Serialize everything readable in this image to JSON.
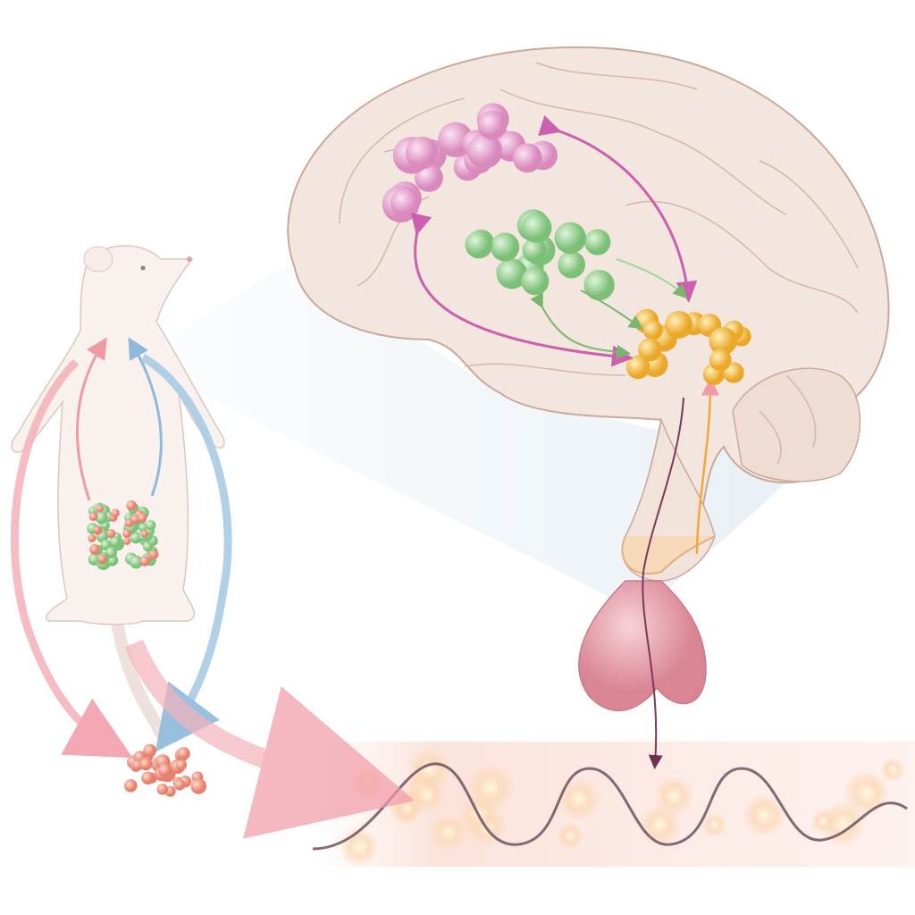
{
  "colors": {
    "background": "#ffffff",
    "brain_fill": "#f3e6df",
    "brain_stroke": "#c9a99a",
    "mouse_fill": "#f8f1ee",
    "mouse_stroke": "#dcc7bf",
    "pink_cluster": "#e6a3cf",
    "green_cluster": "#9fd69a",
    "orange_cluster": "#f5c24e",
    "pink_arrow": "#cc5fae",
    "green_arrow": "#79b56e",
    "blue_arrow": "#8fb9dc",
    "salmon_arrow": "#f19aa6",
    "pituitary": "#e9a1ad",
    "wave": "#6e5060",
    "glow": "#f9d7c6",
    "adrenal_cells": "#f19b86"
  },
  "icons": [
    "brain-illustration",
    "mouse-illustration",
    "neuron-cluster",
    "circadian-wave"
  ]
}
